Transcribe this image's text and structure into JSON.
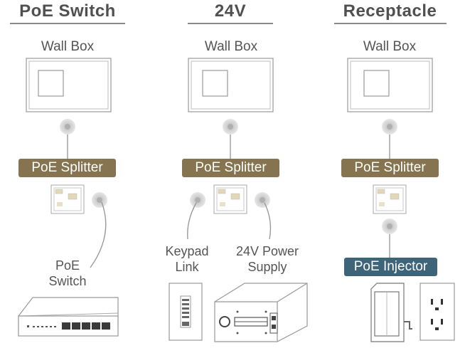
{
  "columns": [
    {
      "title": "PoE Switch",
      "wall_label": "Wall Box",
      "splitter_label": "PoE Splitter",
      "side_label": "PoE\nSwitch"
    },
    {
      "title": "24V",
      "wall_label": "Wall Box",
      "splitter_label": "PoE Splitter",
      "left_label": "Keypad\nLink",
      "right_label": "24V Power\nSupply"
    },
    {
      "title": "Receptacle",
      "wall_label": "Wall Box",
      "splitter_label": "PoE Splitter",
      "injector_label": "PoE Injector"
    }
  ],
  "colors": {
    "splitter_badge": "#85744f",
    "injector_badge": "#3d6478",
    "line": "#9a9a9a",
    "title_rule": "#8a8a8a"
  },
  "icons": [
    "wall-box-icon",
    "connector-port-icon",
    "poe-splitter-device-icon",
    "poe-switch-device-icon",
    "keypad-device-icon",
    "power-supply-device-icon",
    "poe-injector-device-icon",
    "wall-receptacle-icon"
  ]
}
